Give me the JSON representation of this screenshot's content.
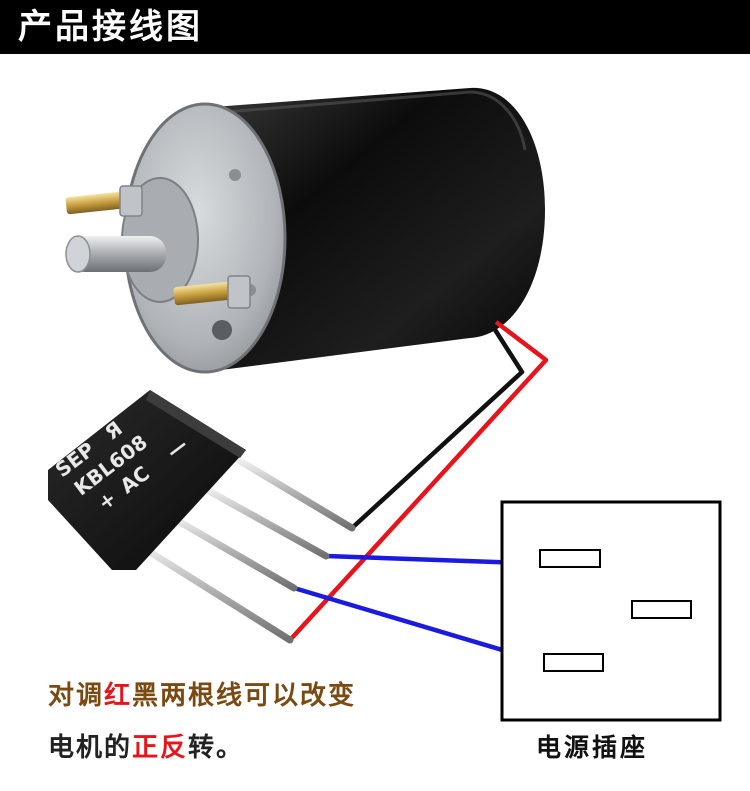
{
  "header": {
    "title": "产品接线图"
  },
  "chip": {
    "model": "KBL608",
    "ac": "AC",
    "plus": "+",
    "minus": "—",
    "logo": "SEP"
  },
  "instructions": {
    "line1": [
      {
        "text": "对调",
        "color": "brown"
      },
      {
        "text": "红",
        "color": "red"
      },
      {
        "text": "黑两根线可以改变",
        "color": "brown"
      }
    ],
    "line2": [
      {
        "text": "电机的",
        "color": "black"
      },
      {
        "text": "正反",
        "color": "red"
      },
      {
        "text": "转。",
        "color": "black"
      }
    ]
  },
  "socket": {
    "label": "电源插座"
  },
  "colors": {
    "header_bg": "#000000",
    "wire_red": "#e8141b",
    "wire_black": "#111111",
    "wire_blue": "#1a1ae0",
    "text_brown": "#7a4a12",
    "motor_body": "#141414",
    "motor_cap": "#b8bcc0"
  }
}
